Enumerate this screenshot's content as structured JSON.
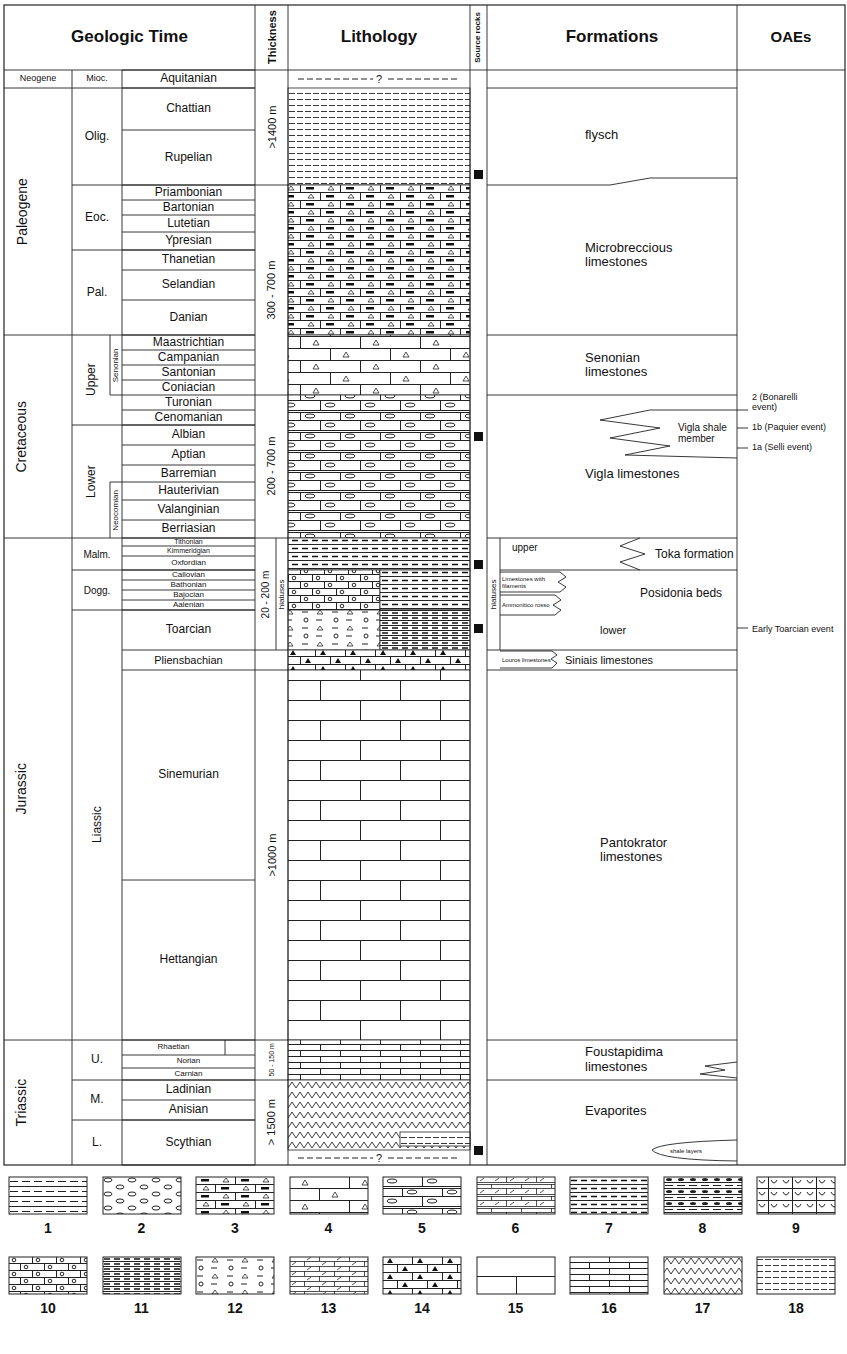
{
  "diagram": {
    "labels": [
      "Geologic Time",
      "Thickness",
      "Lithology",
      "Source rocks",
      "Formations",
      "OAEs",
      "Neogene",
      "Paleogene",
      "Cretaceous",
      "Jurassic",
      "Triassic",
      "Mioc.",
      "Olig.",
      "Eoc.",
      "Pal.",
      "Upper",
      "Senonian",
      "Lower",
      "Neocomian",
      "Malm.",
      "Dogg.",
      "Liassic",
      "U.",
      "M.",
      "L.",
      "Aquitanian",
      "Chattian",
      "Rupelian",
      "Priambonian",
      "Bartonian",
      "Lutetian",
      "Ypresian",
      "Thanetian",
      "Selandian",
      "Danian",
      "Maastrichtian",
      "Campanian",
      "Santonian",
      "Coniacian",
      "Turonian",
      "Cenomanian",
      "Albian",
      "Aptian",
      "Barremian",
      "Hauterivian",
      "Valanginian",
      "Berriasian",
      "Tithonian",
      "Kimmeridgian",
      "Oxfordian",
      "Callovian",
      "Bathonian",
      "Bajocian",
      "Aalenian",
      "Toarcian",
      "Pliensbachian",
      "Sinemurian",
      "Hettangian",
      "Rhaetian",
      "Norian",
      "Carnian",
      "Ladinian",
      "Anisian",
      "Scythian",
      ">1400 m",
      "300 - 700 m",
      "200 - 700 m",
      "20 - 200 m",
      "hiatuses",
      ">1000 m",
      "50 - 150 m",
      "> 1500 m",
      "?",
      "?",
      "flysch",
      "Microbreccious limestones",
      "Senonian limestones",
      "Vigla limestones",
      "Vigla shale member",
      "upper",
      "Toka formation",
      "Limestones with filaments",
      "Posidonia beds",
      "Ammonitico rosso",
      "lower",
      "hiatuses",
      "Louros limestones",
      "Siniais limestones",
      "Pantokrator limestones",
      "Foustapidima limestones",
      "Evaporites",
      "shale layers",
      "2 (Bonarelli event)",
      "1b (Paquier event)",
      "1a (Selli event)",
      "Early Toarcian event"
    ],
    "legend": [
      {
        "text": "1"
      },
      {
        "text": "2"
      },
      {
        "text": "3"
      },
      {
        "text": "4"
      },
      {
        "text": "5"
      },
      {
        "text": "6"
      },
      {
        "text": "7"
      },
      {
        "text": "8"
      },
      {
        "text": "9"
      },
      {
        "text": "10"
      },
      {
        "text": "11"
      },
      {
        "text": "12"
      },
      {
        "text": "13"
      },
      {
        "text": "14"
      },
      {
        "text": "15"
      },
      {
        "text": "16"
      },
      {
        "text": "17"
      },
      {
        "text": "18"
      }
    ]
  }
}
